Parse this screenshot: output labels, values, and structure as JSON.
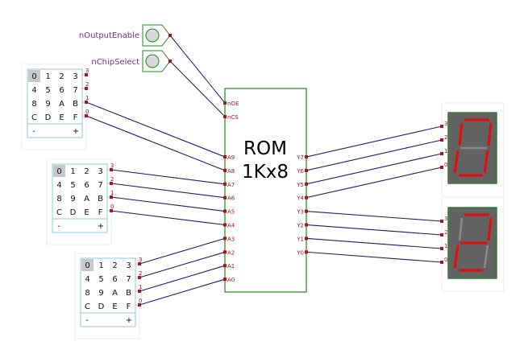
{
  "colors": {
    "wire": "#1a1a6e",
    "pin": "#b01020",
    "component_border": "#1a8a1a",
    "keypad_border": "#8ccbd8",
    "keypad_selected": "#c8c8c8",
    "frame": "#ececec",
    "display_bg": "#636363",
    "display_border": "#2e7d2e",
    "segment_on": "#e01010",
    "segment_off": "#8a8a8a",
    "label_purple": "#7a2a8a"
  },
  "inputs": [
    {
      "label": "nOutputEnable",
      "connects_to": "nOE"
    },
    {
      "label": "nChipSelect",
      "connects_to": "nCS"
    }
  ],
  "keypads": [
    {
      "id": "keypad-1",
      "keys": [
        "0",
        "1",
        "2",
        "3",
        "4",
        "5",
        "6",
        "7",
        "8",
        "9",
        "A",
        "B",
        "C",
        "D",
        "E",
        "F"
      ],
      "selected": "0",
      "minus": "-",
      "plus": "+",
      "bits": [
        "3",
        "2",
        "1",
        "0"
      ],
      "connections": {
        "1": "A9",
        "0": "A8"
      }
    },
    {
      "id": "keypad-2",
      "keys": [
        "0",
        "1",
        "2",
        "3",
        "4",
        "5",
        "6",
        "7",
        "8",
        "9",
        "A",
        "B",
        "C",
        "D",
        "E",
        "F"
      ],
      "selected": "0",
      "minus": "-",
      "plus": "+",
      "bits": [
        "3",
        "2",
        "1",
        "0"
      ],
      "connections": {
        "3": "A7",
        "2": "A6",
        "1": "A5",
        "0": "A4"
      }
    },
    {
      "id": "keypad-3",
      "keys": [
        "0",
        "1",
        "2",
        "3",
        "4",
        "5",
        "6",
        "7",
        "8",
        "9",
        "A",
        "B",
        "C",
        "D",
        "E",
        "F"
      ],
      "selected": "0",
      "minus": "-",
      "plus": "+",
      "bits": [
        "3",
        "2",
        "1",
        "0"
      ],
      "connections": {
        "3": "A3",
        "2": "A2",
        "1": "A1",
        "0": "A0"
      }
    }
  ],
  "rom": {
    "title_line1": "ROM",
    "title_line2": "1Kx8",
    "control_pins": [
      "nOE",
      "nCS"
    ],
    "address_pins": [
      "A9",
      "A8",
      "A7",
      "A6",
      "A5",
      "A4",
      "A3",
      "A2",
      "A1",
      "A0"
    ],
    "data_pins": [
      "Y7",
      "Y6",
      "Y5",
      "Y4",
      "Y3",
      "Y2",
      "Y1",
      "Y0"
    ]
  },
  "displays": [
    {
      "id": "display-high",
      "bits": [
        "3",
        "2",
        "1",
        "0"
      ],
      "inputs_from": [
        "Y7",
        "Y6",
        "Y5",
        "Y4"
      ],
      "digit": "0",
      "segments": {
        "a": true,
        "b": true,
        "c": true,
        "d": true,
        "e": true,
        "f": true,
        "g": false
      }
    },
    {
      "id": "display-low",
      "bits": [
        "3",
        "2",
        "1",
        "0"
      ],
      "inputs_from": [
        "Y3",
        "Y2",
        "Y1",
        "Y0"
      ],
      "digit": "2",
      "segments": {
        "a": true,
        "b": true,
        "c": false,
        "d": true,
        "e": true,
        "f": false,
        "g": true
      }
    }
  ]
}
